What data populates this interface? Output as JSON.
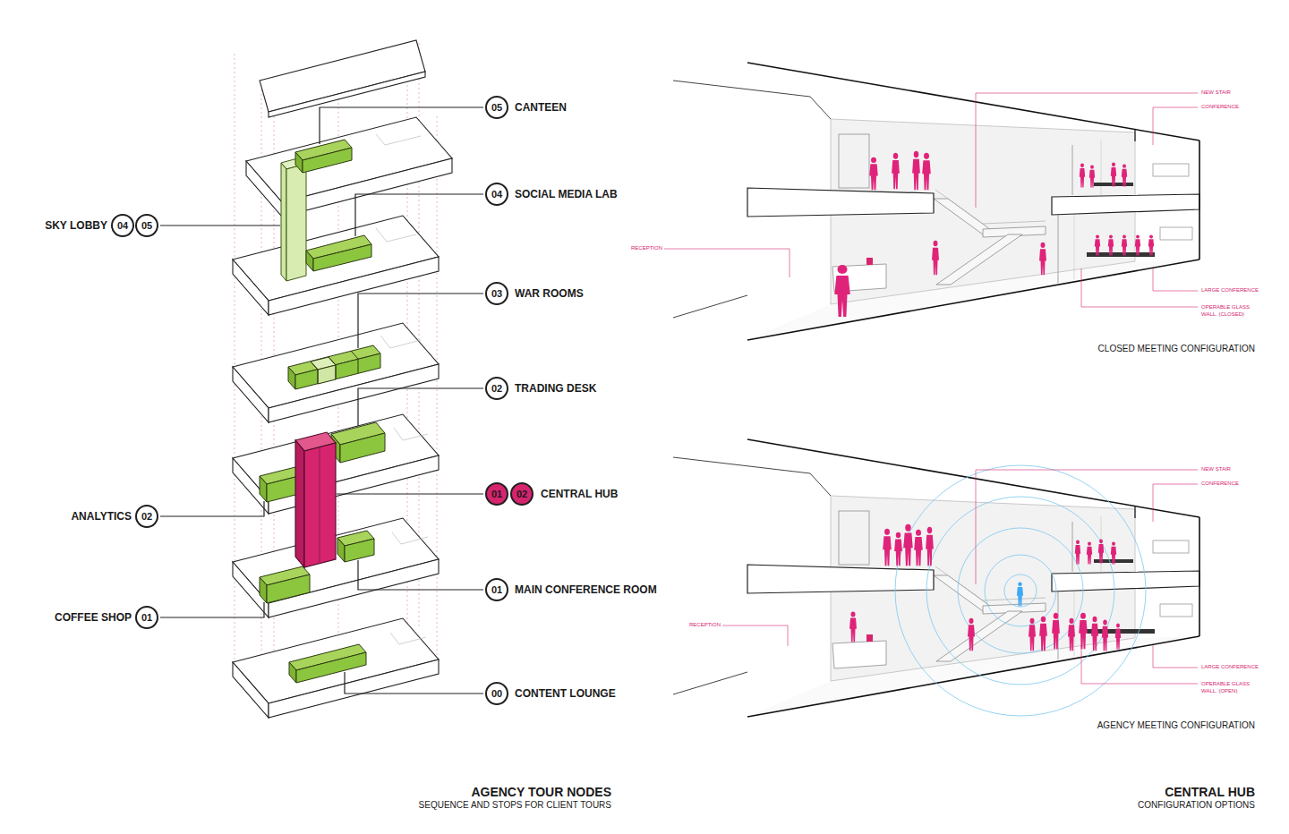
{
  "diagram": {
    "nodes": [
      {
        "text": [
          "05"
        ]
      },
      {
        "text": [
          "04"
        ]
      },
      {
        "text": [
          "04"
        ]
      },
      {
        "text": [
          "05"
        ]
      },
      {
        "text": [
          "03"
        ]
      },
      {
        "text": [
          "02"
        ]
      },
      {
        "text": [
          "01"
        ]
      },
      {
        "text": [
          "02"
        ]
      },
      {
        "text": [
          "02"
        ]
      },
      {
        "text": [
          "01"
        ]
      },
      {
        "text": [
          "01"
        ]
      },
      {
        "text": [
          "00"
        ]
      }
    ],
    "labels": [
      "CANTEEN",
      "SOCIAL MEDIA LAB",
      "SKY LOBBY",
      "WAR ROOMS",
      "TRADING DESK",
      "CENTRAL HUB",
      "ANALYTICS",
      "MAIN CONFERENCE ROOM",
      "COFFEE SHOP",
      "CONTENT LOUNGE",
      "AGENCY TOUR NODES",
      "SEQUENCE AND STOPS FOR CLIENT TOURS",
      "NEW STAIR",
      "CONFERENCE",
      "RECEPTION",
      "LARGE CONFERENCE",
      "OPERABLE GLASS WALL. (CLOSED)",
      "CLOSED MEETING CONFIGURATION",
      "NEW STAIR",
      "CONFERENCE",
      "RECEPTION",
      "LARGE CONFERENCE",
      "OPERABLE GLASS WALL. (OPEN)",
      "AGENCY MEETING CONFIGURATION",
      "CENTRAL HUB",
      "CONFIGURATION OPTIONS"
    ]
  }
}
